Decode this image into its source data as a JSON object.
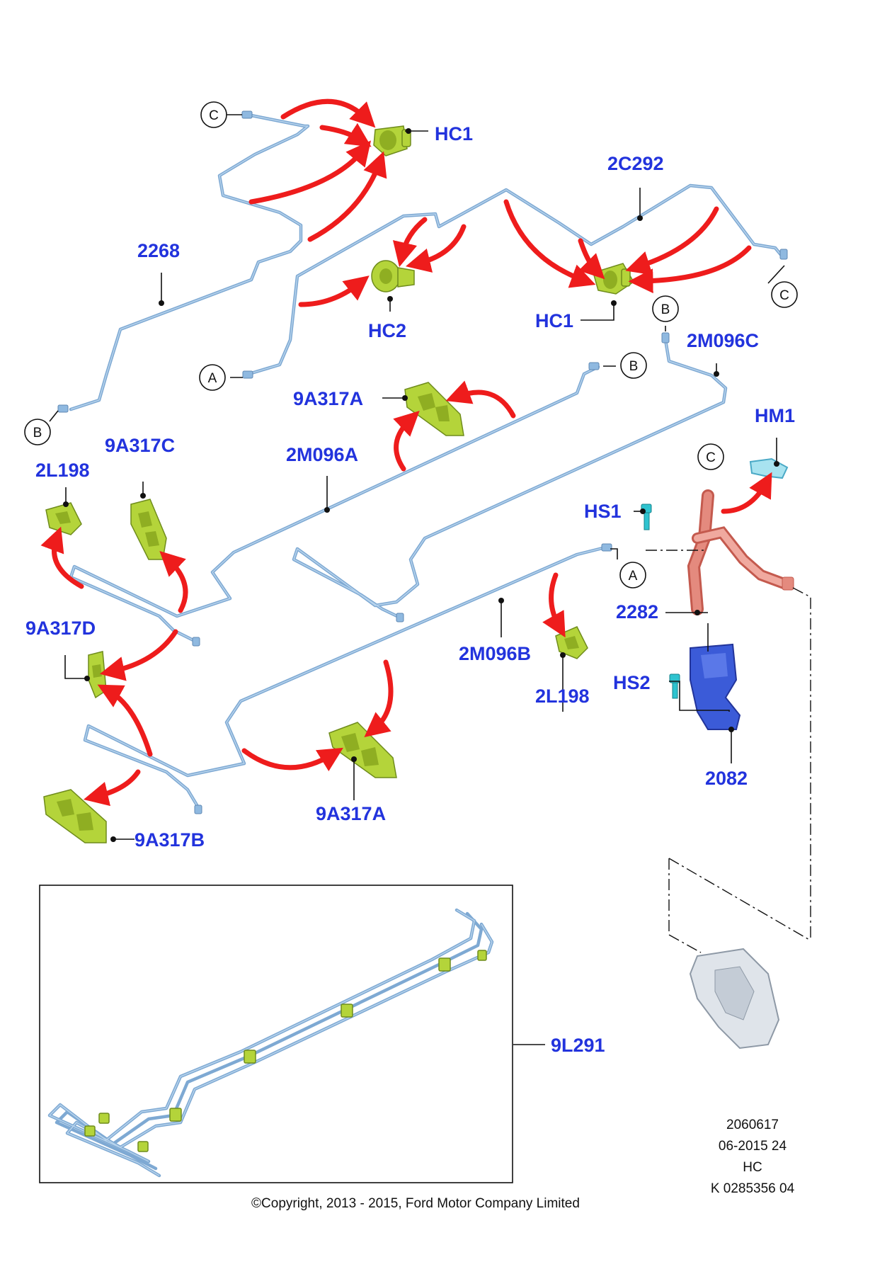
{
  "labels": {
    "hc1_top": "HC1",
    "hc1_mid": "HC1",
    "hc2": "HC2",
    "p2268": "2268",
    "p2c292": "2C292",
    "p2m096c": "2M096C",
    "p2m096a": "2M096A",
    "p2m096b": "2M096B",
    "p9a317a_top": "9A317A",
    "p9a317a_bottom": "9A317A",
    "p9a317b": "9A317B",
    "p9a317c": "9A317C",
    "p9a317d": "9A317D",
    "p2l198_left": "2L198",
    "p2l198_right": "2L198",
    "hm1": "HM1",
    "hs1": "HS1",
    "hs2": "HS2",
    "p2282": "2282",
    "p2082": "2082",
    "p9l291": "9L291"
  },
  "connectors": {
    "c_top": "C",
    "c_right": "C",
    "c_hose": "C",
    "b_left": "B",
    "b_top": "B",
    "b_mid": "B",
    "a_left": "A",
    "a_right": "A"
  },
  "meta": {
    "line1": "2060617",
    "line2": "06-2015 24",
    "line3": "HC",
    "line4": "K 0285356 04"
  },
  "copyright": "©Copyright, 2013 - 2015, Ford Motor Company Limited",
  "colors": {
    "label": "#2233dd",
    "arrow": "#ee1c1c",
    "pipe": "#7ea9d3",
    "clip": "#b4d43a",
    "hose": "#e48a7e",
    "bracket": "#3b5bd8",
    "bolt": "#2ec3cf"
  }
}
